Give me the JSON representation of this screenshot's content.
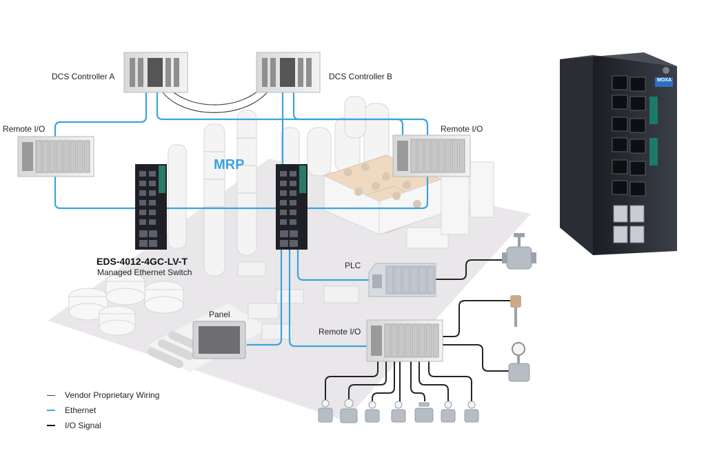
{
  "labels": {
    "dcs_a": "DCS Controller A",
    "dcs_b": "DCS Controller B",
    "remote_io_left": "Remote I/O",
    "remote_io_right": "Remote I/O",
    "remote_io_bottom": "Remote I/O",
    "mrp": "MRP",
    "switch_model": "EDS-4012-4GC-LV-T",
    "switch_desc": "Managed Ethernet Switch",
    "plc": "PLC",
    "panel": "Panel"
  },
  "legend": [
    {
      "label": "Vendor Proprietary Wiring",
      "color": "#444444"
    },
    {
      "label": "Ethernet",
      "color": "#3aa3dc"
    },
    {
      "label": "I/O Signal",
      "color": "#111111"
    }
  ],
  "product_label": "MOXA",
  "colors": {
    "ethernet": "#3aa3dc",
    "io_signal": "#222222",
    "proprietary": "#444444",
    "plant": "#e6e4e8"
  }
}
